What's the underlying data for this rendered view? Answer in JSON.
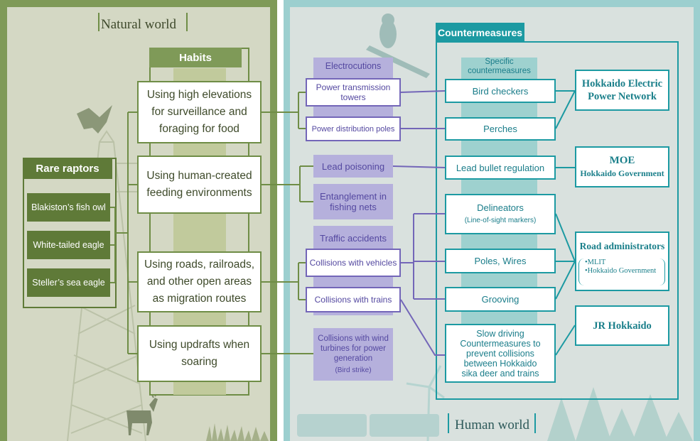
{
  "natural_world_title": "Natural world",
  "human_world_title": "Human world",
  "raptors": {
    "title": "Rare raptors",
    "items": [
      "Blakiston’s fish owl",
      "White-tailed eagle",
      "Steller’s sea eagle"
    ]
  },
  "habits": {
    "title": "Habits",
    "items": [
      "Using high elevations for surveillance and foraging for food",
      "Using human-created feeding environments",
      "Using roads, railroads, and other open areas as migration routes",
      "Using updrafts when soaring"
    ]
  },
  "threats": {
    "electrocutions": "Electrocutions",
    "power_transmission_towers": "Power transmission towers",
    "power_distribution_poles": "Power distribution poles",
    "lead_poisoning": "Lead poisoning",
    "entanglement": "Entanglement in fishing nets",
    "traffic_accidents": "Traffic accidents",
    "collisions_vehicles": "Collisions with vehicles",
    "collisions_trains": "Collisions with trains",
    "wind_turbines": "Collisions with wind turbines for power generation",
    "bird_strike": "(Bird strike)"
  },
  "countermeasures": {
    "title": "Countermeasures",
    "specific_title": "Specific countermeasures",
    "bird_checkers": "Bird checkers",
    "perches": "Perches",
    "lead_bullet_regulation": "Lead bullet regulation",
    "delineators": "Delineators",
    "delineators_sub": "(Line-of-sight markers)",
    "poles_wires": "Poles, Wires",
    "grooving": "Grooving",
    "slow_driving": "Slow driving Countermeasures to prevent collisions between Hokkaido sika deer and trains"
  },
  "organizations": {
    "hepn_line1": "Hokkaido Electric",
    "hepn_line2": "Power Network",
    "moe": "MOE",
    "hokkaido_gov": "Hokkaido Government",
    "road_admin": "Road administrators",
    "mlit": "•MLIT",
    "road_hokkaido_gov": "•Hokkaido Government",
    "jr": "JR Hokkaido"
  },
  "colors": {
    "green_dark": "#5f7a38",
    "green_line": "#6f8d46",
    "purple": "#7366b8",
    "teal": "#1c9aa2"
  }
}
